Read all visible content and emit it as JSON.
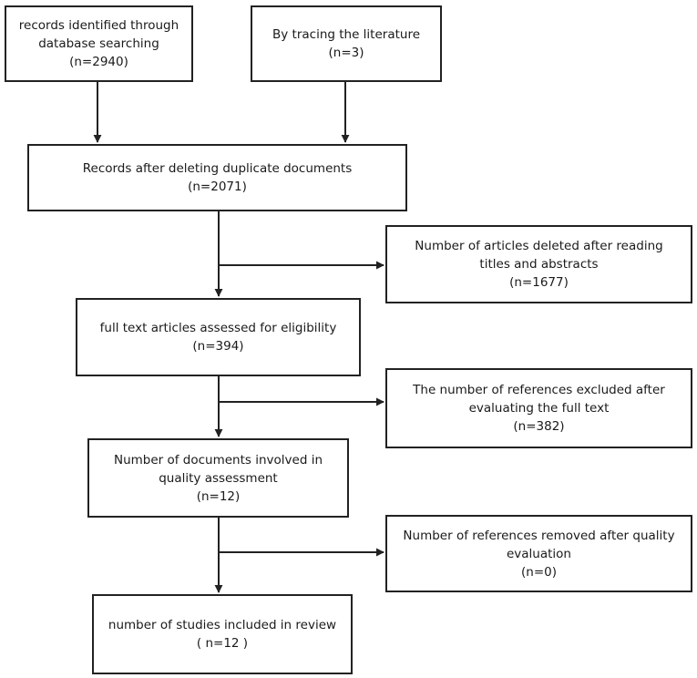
{
  "boxes": {
    "database": {
      "lines": [
        "records identified through",
        "database searching",
        "(n=2940)"
      ]
    },
    "literature": {
      "lines": [
        "By tracing the literature",
        "(n=3)"
      ]
    },
    "deduplicated": {
      "lines": [
        "Records after deleting duplicate documents",
        "(n=2071)"
      ]
    },
    "titles_excluded": {
      "lines": [
        "Number of articles deleted after reading",
        "titles and abstracts",
        "(n=1677)"
      ]
    },
    "fulltext_assessed": {
      "lines": [
        "full text articles assessed for eligibility",
        "(n=394)"
      ]
    },
    "fulltext_excluded": {
      "lines": [
        "The number of references excluded after",
        "evaluating the full text",
        "(n=382)"
      ]
    },
    "quality_assessed": {
      "lines": [
        "Number of documents involved in",
        "quality assessment",
        "(n=12)"
      ]
    },
    "quality_removed": {
      "lines": [
        "Number of references removed after quality",
        "evaluation",
        "(n=0)"
      ]
    },
    "included": {
      "lines": [
        "number of studies included in review",
        "( n=12 )"
      ]
    }
  }
}
